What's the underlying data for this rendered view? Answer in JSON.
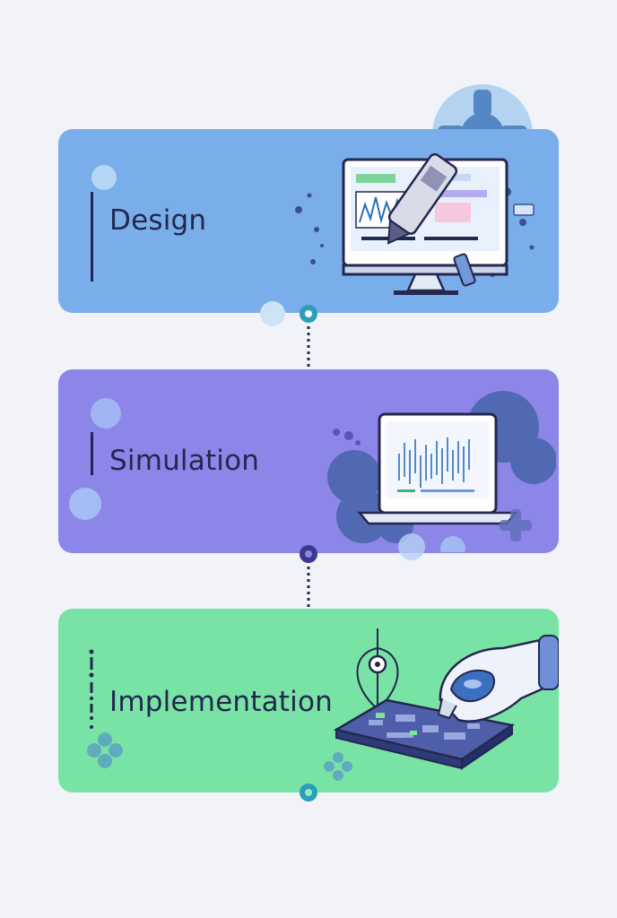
{
  "steps": [
    {
      "label": "Design",
      "icon": "monitor-design-icon",
      "color": "#79aeea"
    },
    {
      "label": "Simulation",
      "icon": "laptop-chart-icon",
      "color": "#8c86e8"
    },
    {
      "label": "Implementation",
      "icon": "circuit-board-hand-icon",
      "color": "#79e3a6"
    }
  ],
  "colors": {
    "ink": "#24274e",
    "background": "#f1f3f8",
    "node": "#2a9fb8"
  }
}
